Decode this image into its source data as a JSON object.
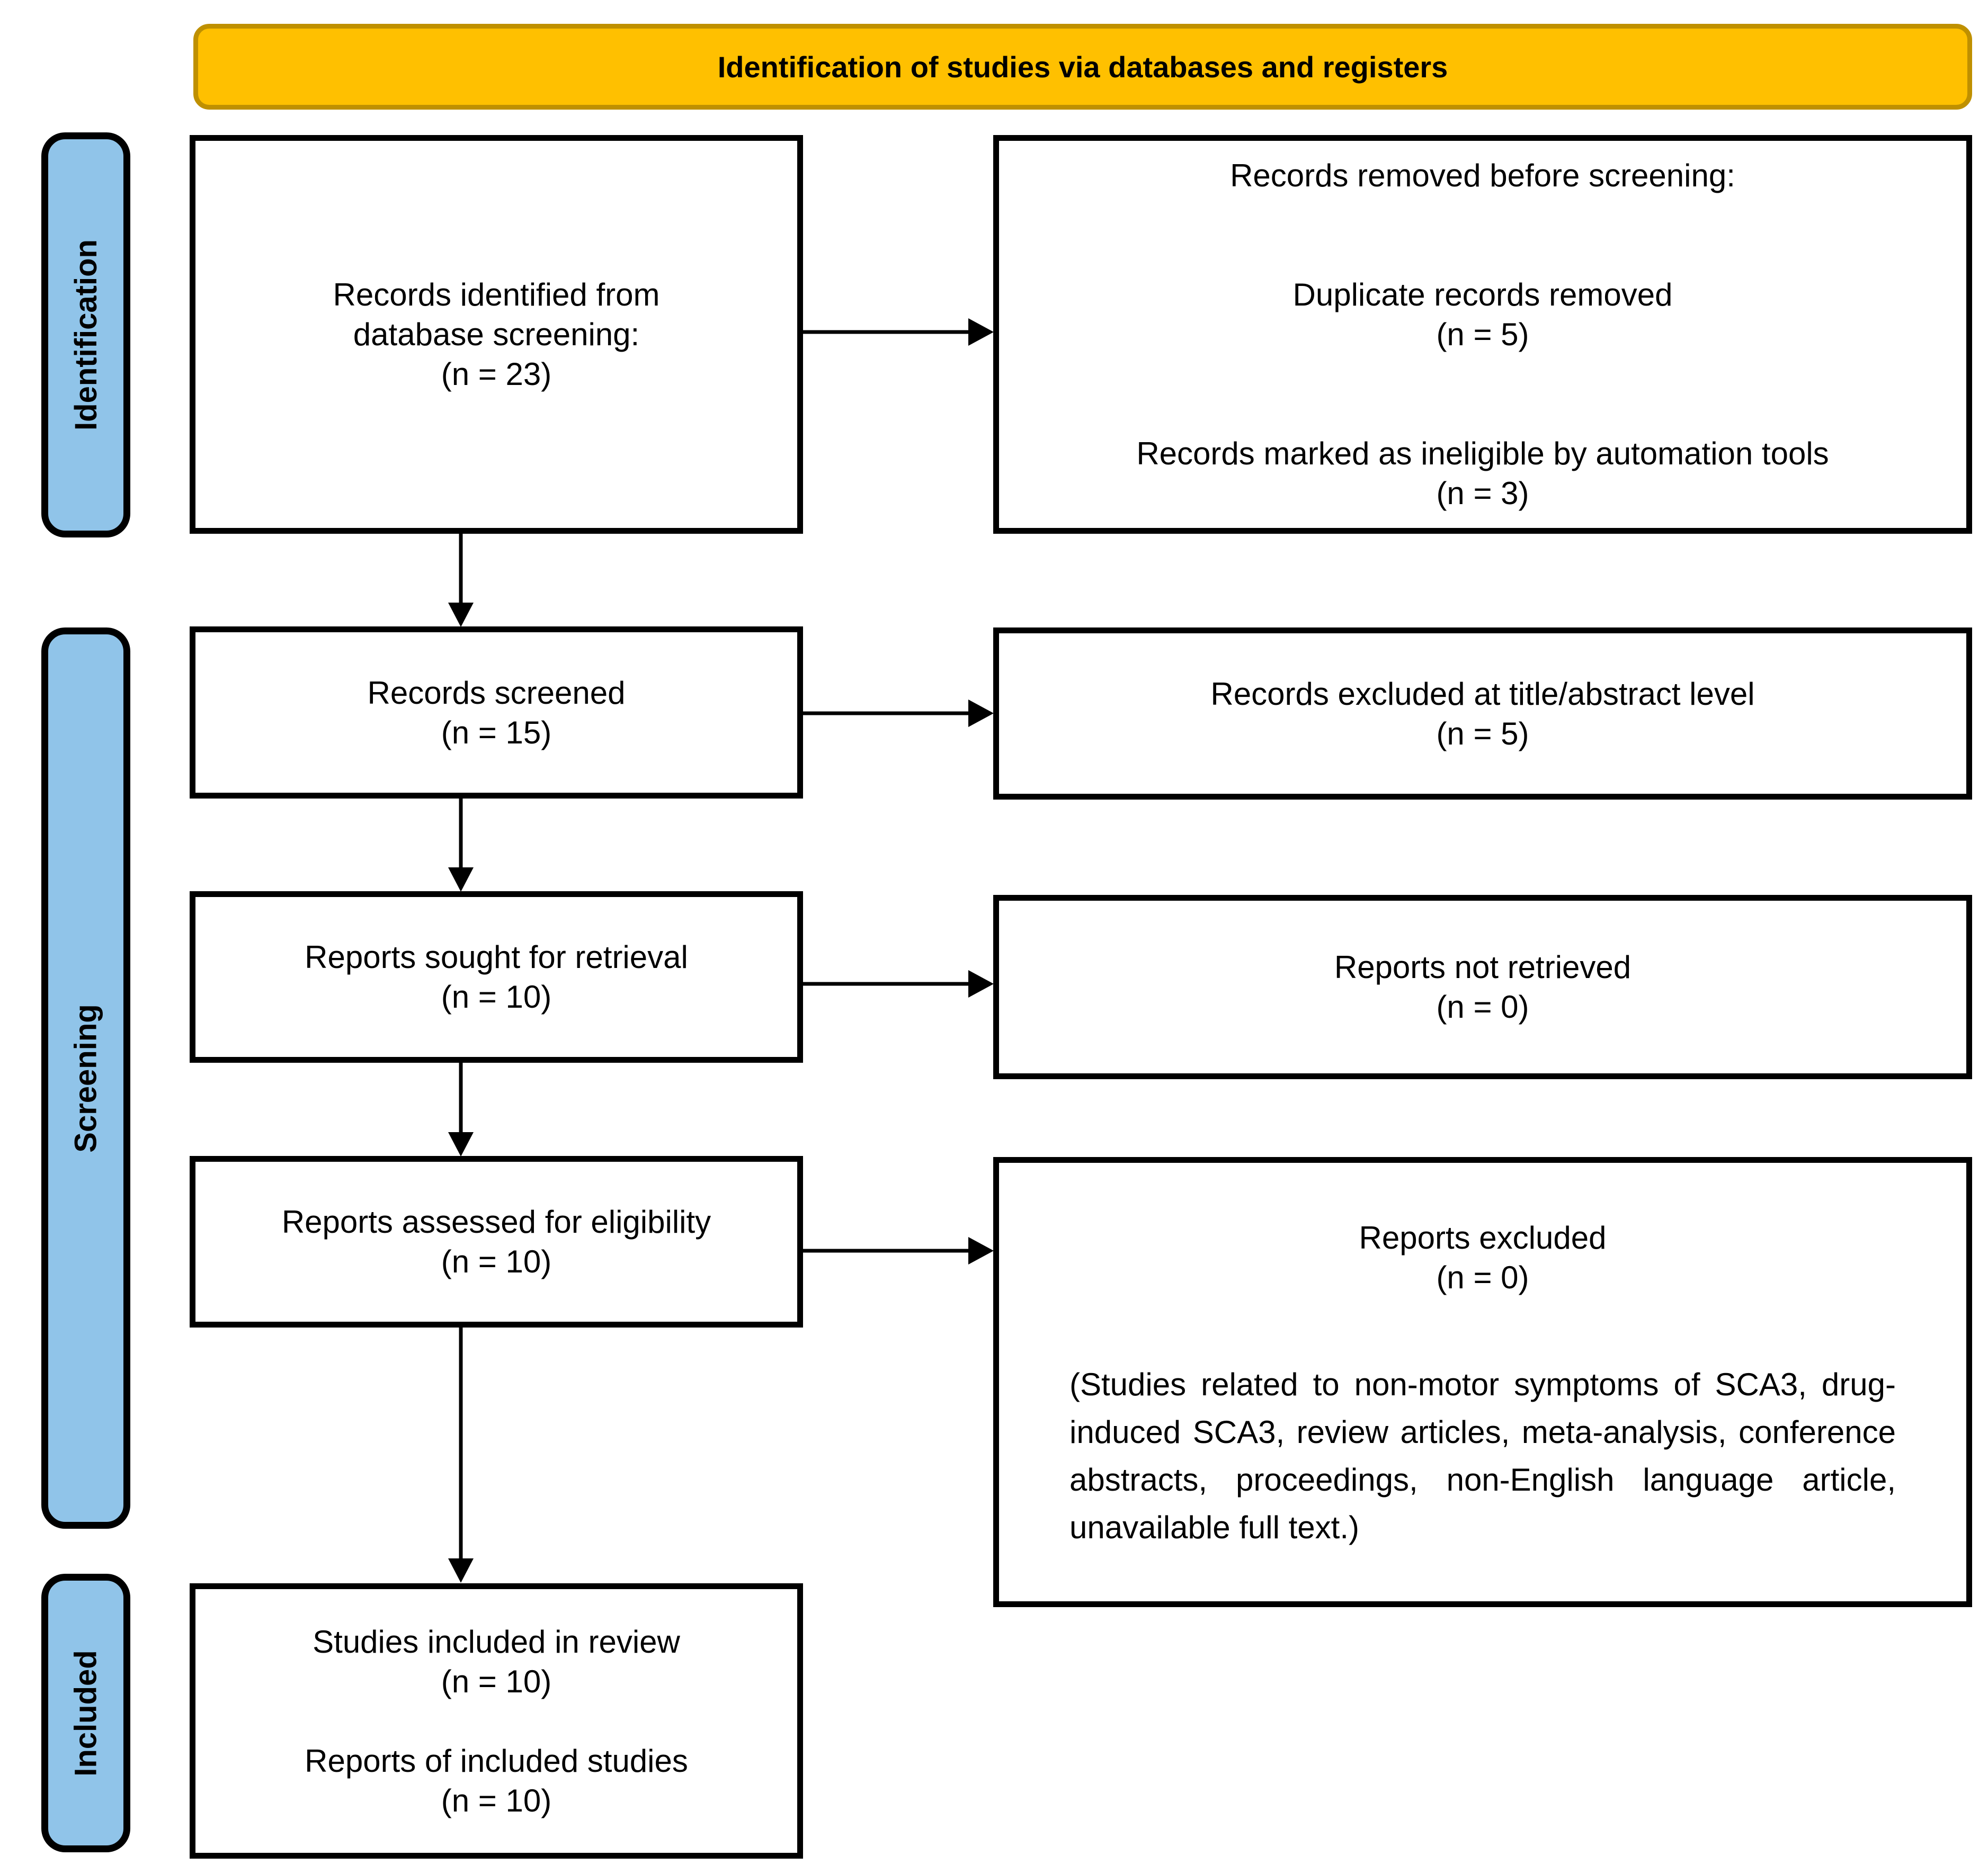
{
  "title_banner": {
    "label": "Identification of studies via databases and registers",
    "bg": "#FFC000",
    "border": "#BF9000"
  },
  "stage_labels": {
    "bg": "#90C4E9",
    "identification": "Identification",
    "screening": "Screening",
    "included": "Included"
  },
  "boxes": {
    "identified": {
      "lines": [
        "Records identified from",
        "database screening:",
        "(n = 23)"
      ]
    },
    "removed_before_screening": {
      "lines": [
        "Records removed before screening:",
        "",
        "",
        "Duplicate records removed",
        "(n = 5)",
        "",
        "",
        "Records marked as ineligible by automation tools",
        "(n = 3)"
      ]
    },
    "screened": {
      "lines": [
        "Records screened",
        "(n = 15)"
      ]
    },
    "excluded_title_abstract": {
      "lines": [
        "Records excluded at title/abstract level",
        "(n = 5)"
      ]
    },
    "sought_for_retrieval": {
      "lines": [
        "Reports sought for retrieval",
        "(n = 10)"
      ]
    },
    "not_retrieved": {
      "lines": [
        "Reports not retrieved",
        "(n = 0)"
      ]
    },
    "assessed_for_eligibility": {
      "lines": [
        "Reports assessed for eligibility",
        "(n = 10)"
      ]
    },
    "reports_excluded": {
      "lines": [
        "Reports excluded",
        "(n = 0)"
      ],
      "reasons": "(Studies related to non-motor symptoms of SCA3, drug-induced SCA3, review articles, meta-analysis, conference abstracts, proceedings, non-English language article, unavailable full text.)"
    },
    "included_in_review": {
      "lines": [
        "Studies included in review",
        "(n = 10)",
        "",
        "Reports of included studies",
        "(n = 10)"
      ]
    }
  }
}
